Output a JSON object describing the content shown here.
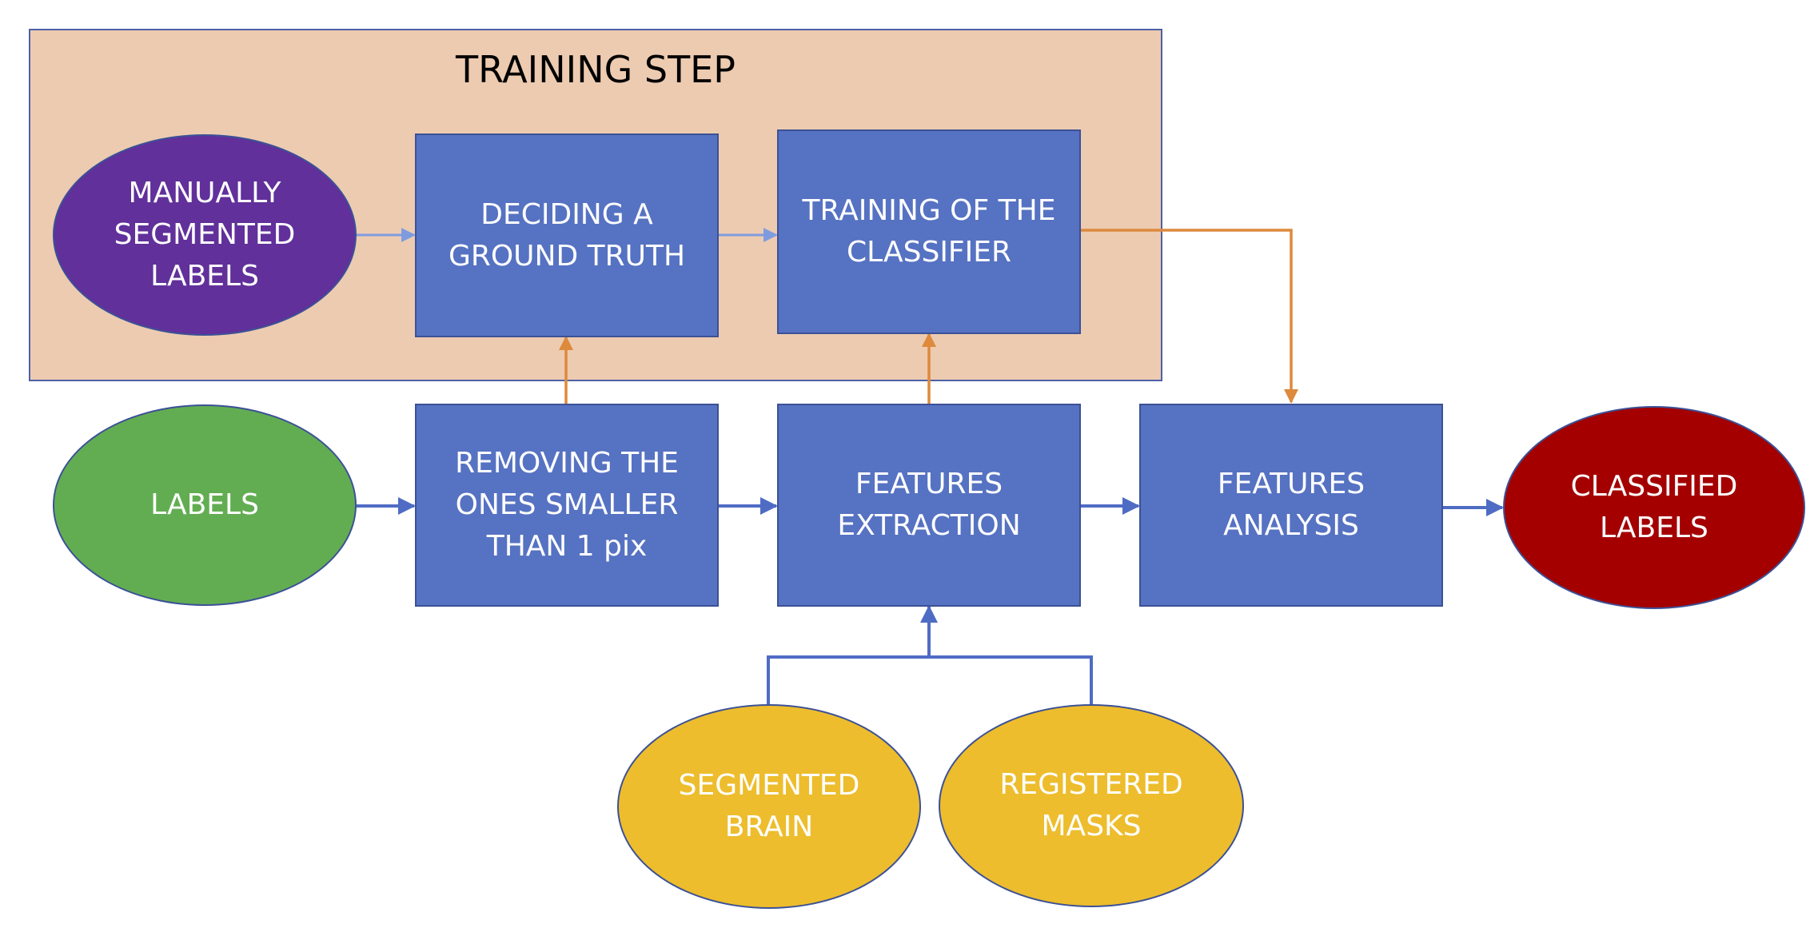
{
  "colors": {
    "box_fill": "#5672c2",
    "frame_fill": "#edcbb1",
    "blue_arrow": "#4f6cc4",
    "orange_arrow": "#dd8a3c",
    "manual_ellipse": "#61309a",
    "labels_ellipse": "#62ad52",
    "classified_ellipse": "#a40000",
    "input_ellipse": "#edbd2d"
  },
  "training": {
    "title": "TRAINING STEP"
  },
  "nodes": {
    "manual": "MANUALLY\nSEGMENTED\nLABELS",
    "ground_truth": "DECIDING A\nGROUND TRUTH",
    "training_classifier": "TRAINING OF THE\nCLASSIFIER",
    "labels": "LABELS",
    "removing": "REMOVING THE\nONES SMALLER\nTHAN 1 pix",
    "features_extraction": "FEATURES\nEXTRACTION",
    "features_analysis": "FEATURES\nANALYSIS",
    "classified": "CLASSIFIED\nLABELS",
    "segmented_brain": "SEGMENTED\nBRAIN",
    "registered_masks": "REGISTERED\nMASKS"
  }
}
